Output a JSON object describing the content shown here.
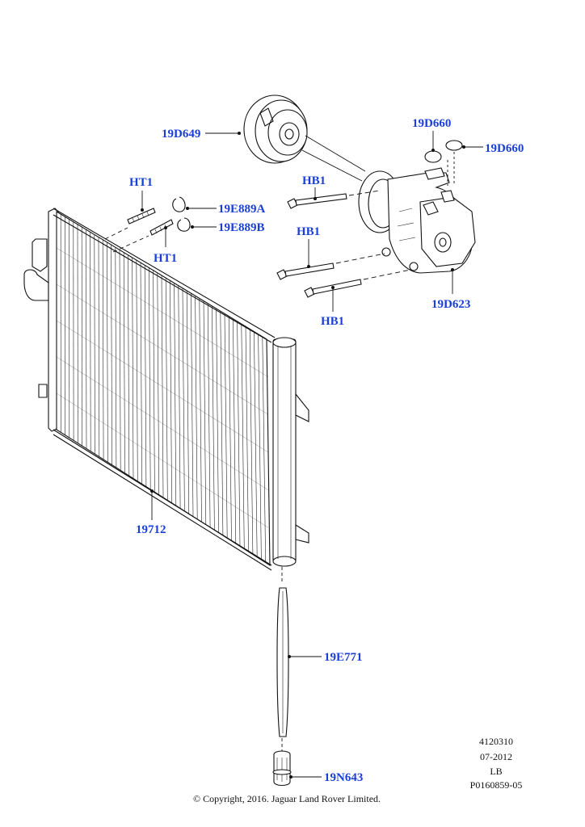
{
  "callouts": {
    "compressor_pulley": "19D649",
    "o_ring_top": "19D660",
    "o_ring_right": "19D660",
    "bolt_top": "HB1",
    "bolt_mid": "HB1",
    "bolt_bottom": "HB1",
    "compressor": "19D623",
    "stud_top": "HT1",
    "stud_bottom": "HT1",
    "seal_a": "19E889A",
    "seal_b": "19E889B",
    "condenser": "19712",
    "seal_strip": "19E771",
    "drier_cap": "19N643"
  },
  "reference": {
    "code": "4120310",
    "date": "07-2012",
    "tag": "LB",
    "illustration_id": "P0160859-05"
  },
  "copyright": "© Copyright, 2016. Jaguar Land Rover Limited."
}
